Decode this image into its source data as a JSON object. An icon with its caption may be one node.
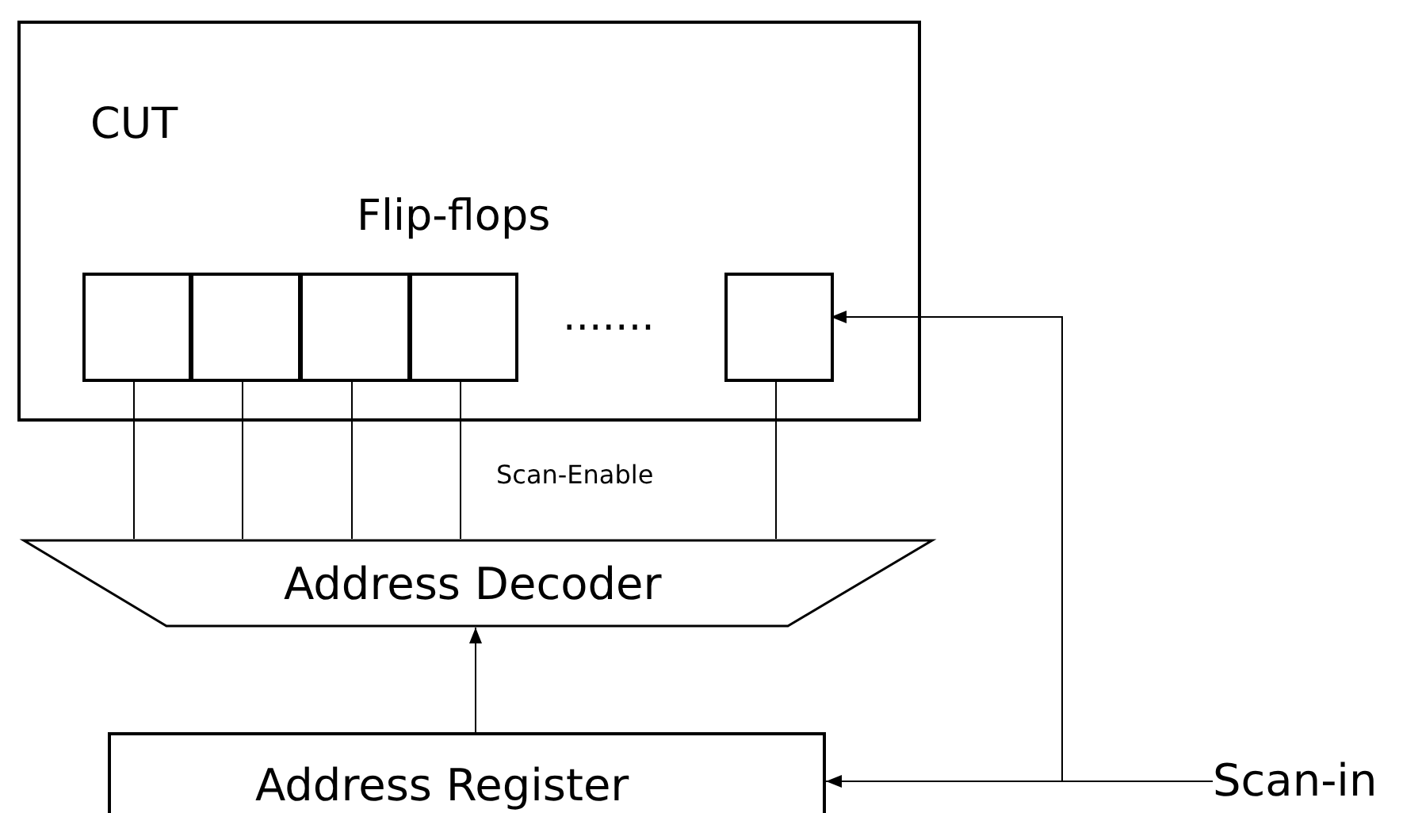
{
  "diagram": {
    "nodes": [
      {
        "text": [
          "CUT",
          "Flip-flops"
        ]
      },
      {
        "text": [],
        "shape": "box",
        "in": 0
      },
      {
        "text": [],
        "shape": "box",
        "in": 0
      },
      {
        "text": [],
        "shape": "box",
        "in": 0
      },
      {
        "text": [],
        "shape": "box",
        "in": 0
      },
      {
        "text": [],
        "shape": "box",
        "in": 0
      },
      {
        "text": [
          "Address Decoder"
        ]
      },
      {
        "text": [
          "Address Register"
        ]
      },
      {
        "text": [
          "Scan-in"
        ]
      }
    ],
    "edges": [
      {
        "from": 1,
        "to": 6,
        "arrow": "none"
      },
      {
        "from": 2,
        "to": 6,
        "arrow": "none"
      },
      {
        "from": 3,
        "to": 6,
        "arrow": "none"
      },
      {
        "from": 4,
        "to": 6,
        "arrow": "none"
      },
      {
        "from": 5,
        "to": 6,
        "arrow": "none"
      },
      {
        "from": 7,
        "to": 6,
        "arrow": "to"
      },
      {
        "from": 8,
        "to": 7,
        "arrow": "to"
      },
      {
        "from": 8,
        "to": 5,
        "arrow": "to"
      }
    ],
    "labels": [
      ".......",
      "Scan-Enable"
    ]
  }
}
